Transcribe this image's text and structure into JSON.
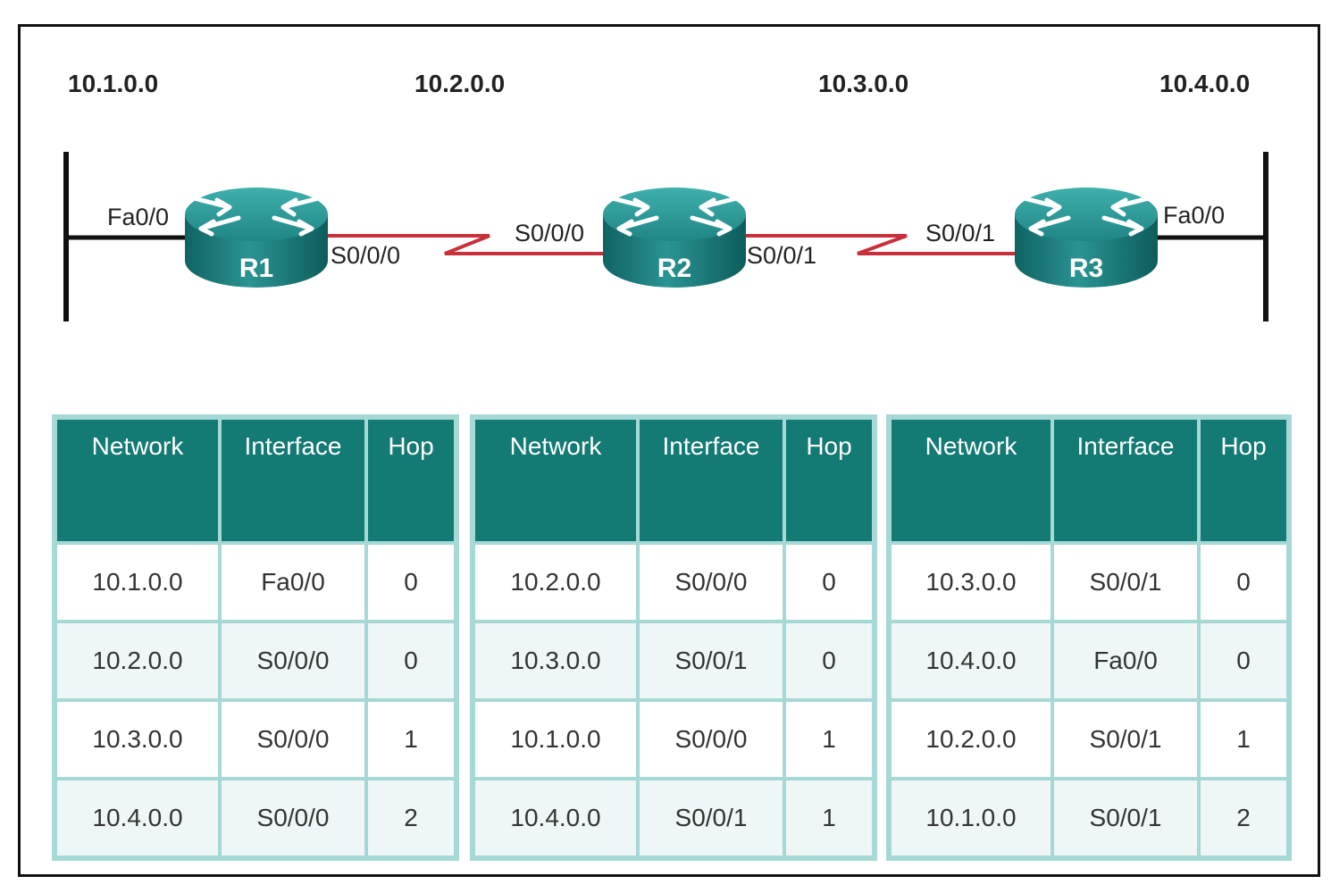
{
  "networks": [
    "10.1.0.0",
    "10.2.0.0",
    "10.3.0.0",
    "10.4.0.0"
  ],
  "routers": [
    {
      "name": "R1",
      "left_if": "Fa0/0",
      "right_if": "S0/0/0"
    },
    {
      "name": "R2",
      "left_if": "S0/0/0",
      "right_if": "S0/0/1"
    },
    {
      "name": "R3",
      "left_if": "S0/0/1",
      "right_if": "Fa0/0"
    }
  ],
  "colors": {
    "router_body": "#1b7f7f",
    "router_top": "#2f9c9a",
    "serial_link": "#c8303c",
    "table_header": "#137a74",
    "table_border": "#a6d8d6"
  },
  "tables": [
    {
      "headers": [
        "Network",
        "Interface",
        "Hop"
      ],
      "rows": [
        [
          "10.1.0.0",
          "Fa0/0",
          "0"
        ],
        [
          "10.2.0.0",
          "S0/0/0",
          "0"
        ],
        [
          "10.3.0.0",
          "S0/0/0",
          "1"
        ],
        [
          "10.4.0.0",
          "S0/0/0",
          "2"
        ]
      ]
    },
    {
      "headers": [
        "Network",
        "Interface",
        "Hop"
      ],
      "rows": [
        [
          "10.2.0.0",
          "S0/0/0",
          "0"
        ],
        [
          "10.3.0.0",
          "S0/0/1",
          "0"
        ],
        [
          "10.1.0.0",
          "S0/0/0",
          "1"
        ],
        [
          "10.4.0.0",
          "S0/0/1",
          "1"
        ]
      ]
    },
    {
      "headers": [
        "Network",
        "Interface",
        "Hop"
      ],
      "rows": [
        [
          "10.3.0.0",
          "S0/0/1",
          "0"
        ],
        [
          "10.4.0.0",
          "Fa0/0",
          "0"
        ],
        [
          "10.2.0.0",
          "S0/0/1",
          "1"
        ],
        [
          "10.1.0.0",
          "S0/0/1",
          "2"
        ]
      ]
    }
  ]
}
